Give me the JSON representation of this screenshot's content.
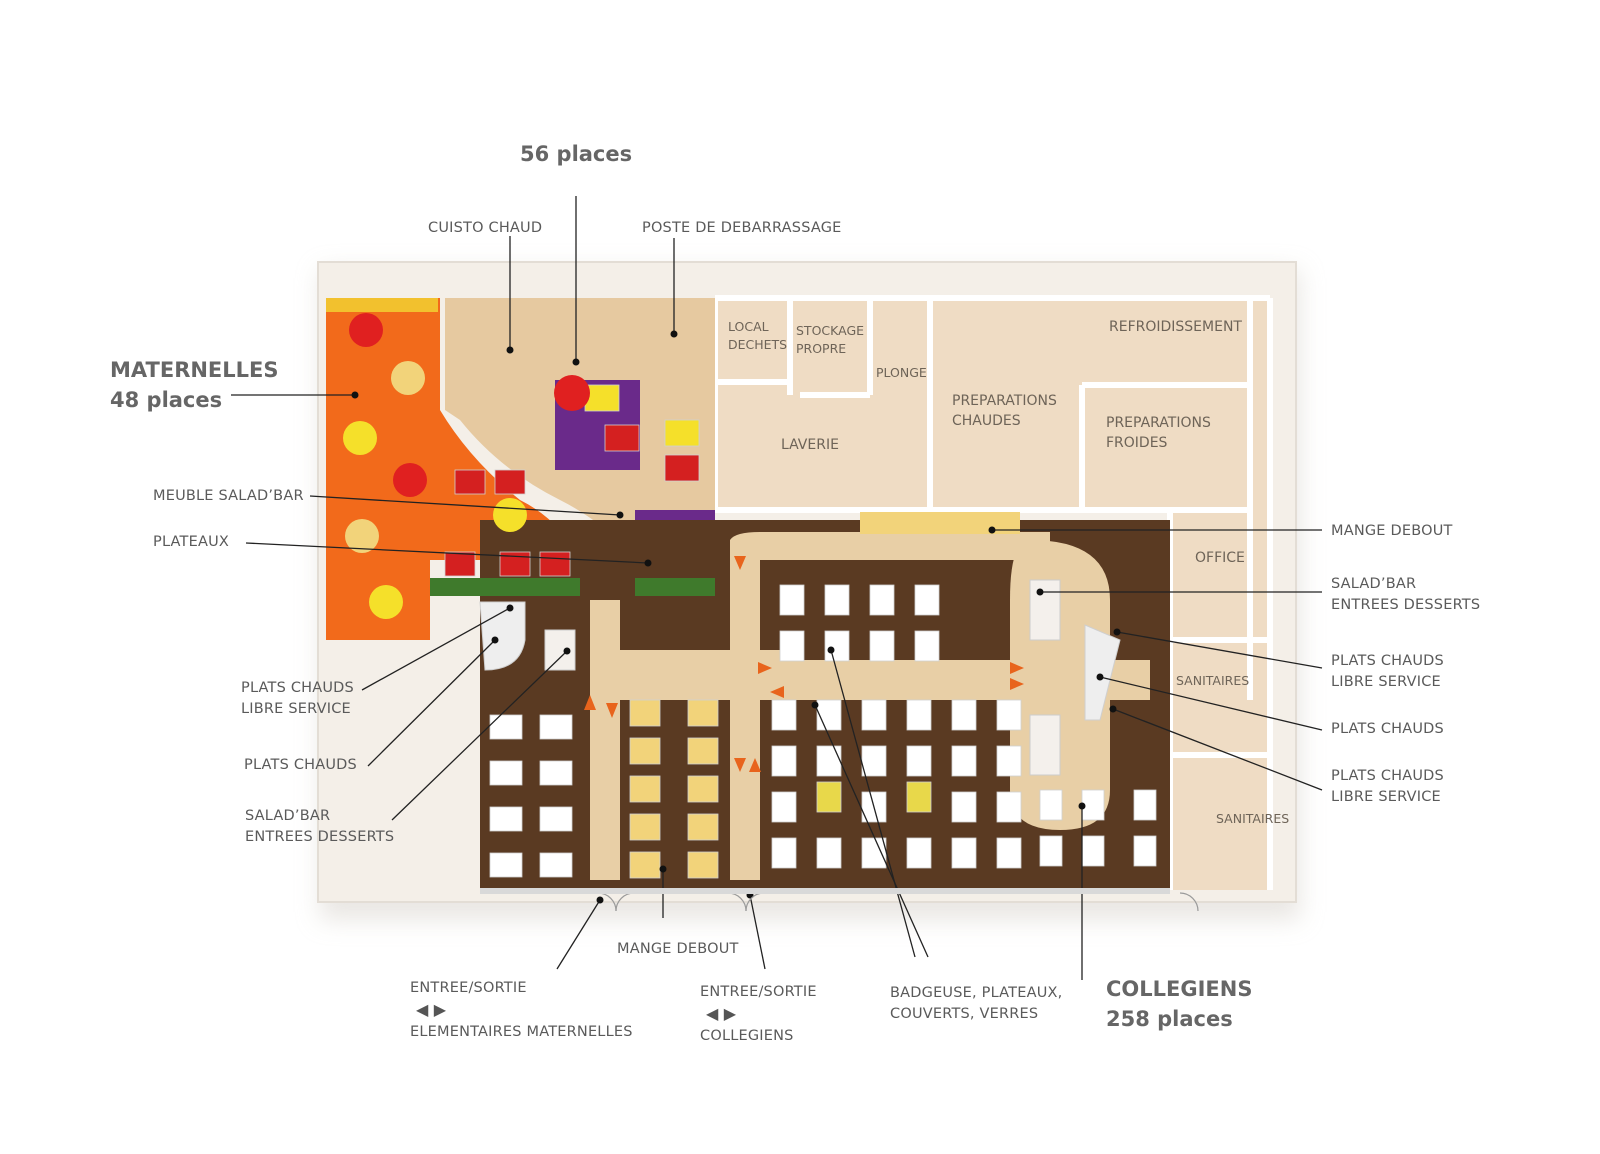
{
  "seat_counts": {
    "central": "56 places",
    "maternelles": {
      "title": "MATERNELLES",
      "places": "48 places"
    },
    "collegiens": {
      "title": "COLLEGIENS",
      "places": "258 places"
    }
  },
  "callouts": {
    "cuisto_chaud": "CUISTO CHAUD",
    "poste_debarrassage": "POSTE DE DEBARRASSAGE",
    "meuble_saladbar": "MEUBLE SALAD’BAR",
    "plateaux": "PLATEAUX",
    "plats_chauds_ls_left": [
      "PLATS CHAUDS",
      "LIBRE SERVICE"
    ],
    "plats_chauds_left": "PLATS CHAUDS",
    "saladbar_left": [
      "SALAD’BAR",
      "ENTREES DESSERTS"
    ],
    "mange_debout_bottom": "MANGE DEBOUT",
    "entree_maternelles": [
      "ENTREE/SORTIE",
      "ELEMENTAIRES MATERNELLES"
    ],
    "entree_collegiens": [
      "ENTREE/SORTIE",
      "COLLEGIENS"
    ],
    "badgeuse": [
      "BADGEUSE, PLATEAUX,",
      "COUVERTS, VERRES"
    ],
    "mange_debout_right": "MANGE DEBOUT",
    "saladbar_right": [
      "SALAD’BAR",
      "ENTREES DESSERTS"
    ],
    "plats_chauds_ls_right1": [
      "PLATS CHAUDS",
      "LIBRE SERVICE"
    ],
    "plats_chauds_right": "PLATS CHAUDS",
    "plats_chauds_ls_right2": [
      "PLATS CHAUDS",
      "LIBRE SERVICE"
    ],
    "arrow_glyphs": "◀ ▶"
  },
  "rooms": {
    "local_dechets": [
      "LOCAL",
      "DECHETS"
    ],
    "stockage_propre": [
      "STOCKAGE",
      "PROPRE"
    ],
    "plonge": "PLONGE",
    "laverie": "LAVERIE",
    "refroidissement": "REFROIDISSEMENT",
    "preparations_chaudes": [
      "PREPARATIONS",
      "CHAUDES"
    ],
    "preparations_froides": [
      "PREPARATIONS",
      "FROIDES"
    ],
    "office": "OFFICE",
    "sanitaires_1": "SANITAIRES",
    "sanitaires_2": "SANITAIRES"
  },
  "colors": {
    "floor_beige": "#e8cfa6",
    "floor_dark": "#5a3a22",
    "orange_zone": "#f26a1b",
    "purple_zone": "#6a2a8a",
    "kitchen_floor": "#efdcc4",
    "wall": "#f7f3ee",
    "leader_line": "#222222",
    "label_text": "#5a5a5a"
  }
}
